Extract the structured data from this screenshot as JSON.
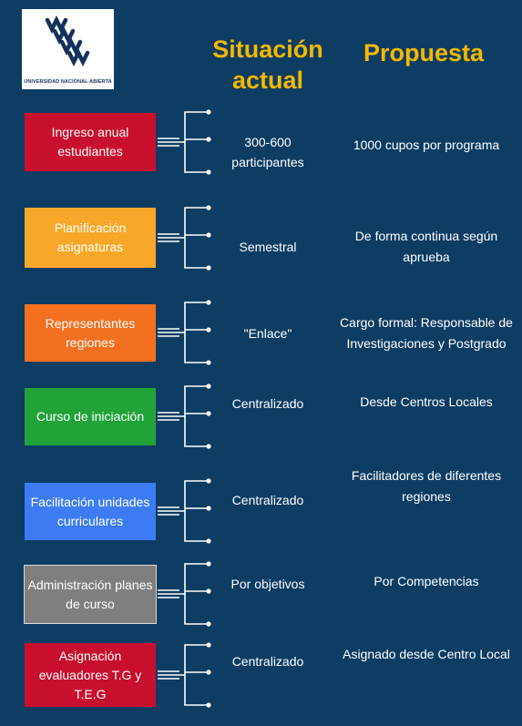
{
  "logo": {
    "caption": "UNIVERSIDAD NACIONAL ABIERTA",
    "icon": "una-logo-icon",
    "color": "#14315c"
  },
  "headers": {
    "current": "Situación actual",
    "proposal": "Propuesta",
    "color": "#f5b800"
  },
  "rows": [
    {
      "category": "Ingreso anual estudiantes",
      "current": "300-600 participantes",
      "proposal": "1000 cupos por programa",
      "color": "#c8102e"
    },
    {
      "category": "Planificación asignaturas",
      "current": "Semestral",
      "proposal": "De forma continua según aprueba",
      "color": "#f7a829"
    },
    {
      "category": "Representantes regiones",
      "current": "\"Enlace\"",
      "proposal": "Cargo formal: Responsable de Investigaciones y Postgrado",
      "color": "#f37021"
    },
    {
      "category": "Curso de iniciación",
      "current": "Centralizado",
      "proposal": "Desde  Centros Locales",
      "color": "#22a33a"
    },
    {
      "category": "Facilitación unidades curriculares",
      "current": "Centralizado",
      "proposal": "Facilitadores de diferentes regiones",
      "color": "#3d7bf2"
    },
    {
      "category": "Administración planes de curso",
      "current": "Por objetivos",
      "proposal": "Por Competencias",
      "color": "#7f7f7f"
    },
    {
      "category": "Asignación evaluadores T.G y T.E.G",
      "current": "Centralizado",
      "proposal": "Asignado desde Centro Local",
      "color": "#c8102e"
    }
  ]
}
